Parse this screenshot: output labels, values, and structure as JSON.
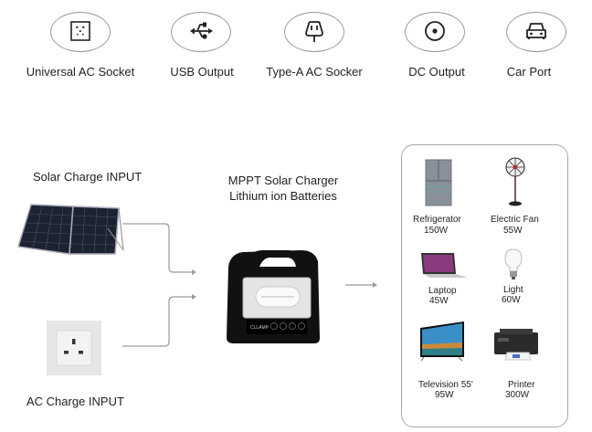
{
  "ports": [
    {
      "label": "Universal AC Socket",
      "icon": "universal-socket-icon"
    },
    {
      "label": "USB Output",
      "icon": "usb-icon"
    },
    {
      "label": "Type-A AC Socker",
      "icon": "type-a-plug-icon"
    },
    {
      "label": "DC Output",
      "icon": "dc-port-icon"
    },
    {
      "label": "Car Port",
      "icon": "car-icon"
    }
  ],
  "inputs": {
    "solar": {
      "label": "Solar Charge INPUT",
      "image": "solar-panel"
    },
    "ac": {
      "label": "AC Charge INPUT",
      "image": "wall-socket"
    }
  },
  "device": {
    "title_line1": "MPPT Solar Charger",
    "title_line2": "Lithium ion Batteries",
    "brand": "CLLAMP"
  },
  "appliances": [
    {
      "name": "Refrigerator",
      "watt": "150W"
    },
    {
      "name": "Electric Fan",
      "watt": "55W"
    },
    {
      "name": "Laptop",
      "watt": "45W"
    },
    {
      "name": "Light",
      "watt": "60W"
    },
    {
      "name": "Television 55'",
      "watt": "95W"
    },
    {
      "name": "Printer",
      "watt": "300W"
    }
  ],
  "colors": {
    "arrow": "#9a9a9a",
    "border": "#a8a8a8"
  }
}
